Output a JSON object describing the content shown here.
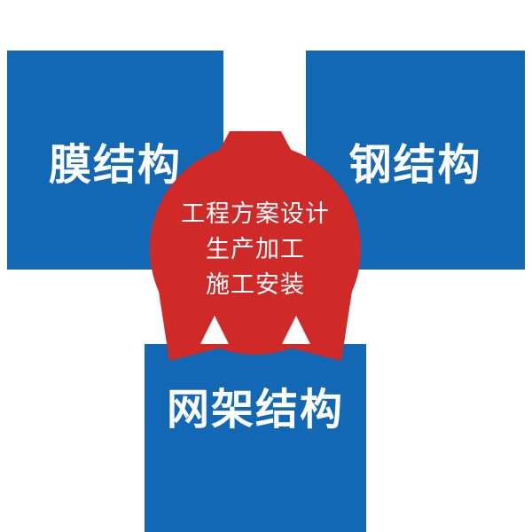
{
  "boxes": {
    "membrane": {
      "label": "膜结构"
    },
    "steel": {
      "label": "钢结构"
    },
    "grid": {
      "label": "网架结构"
    }
  },
  "center_badge": {
    "lines": [
      "工程方案设计",
      "生产加工",
      "施工安装"
    ]
  },
  "colors": {
    "box_blue": "#1268b4",
    "badge_red": "#d02a28",
    "label_text": "#ffffff"
  }
}
